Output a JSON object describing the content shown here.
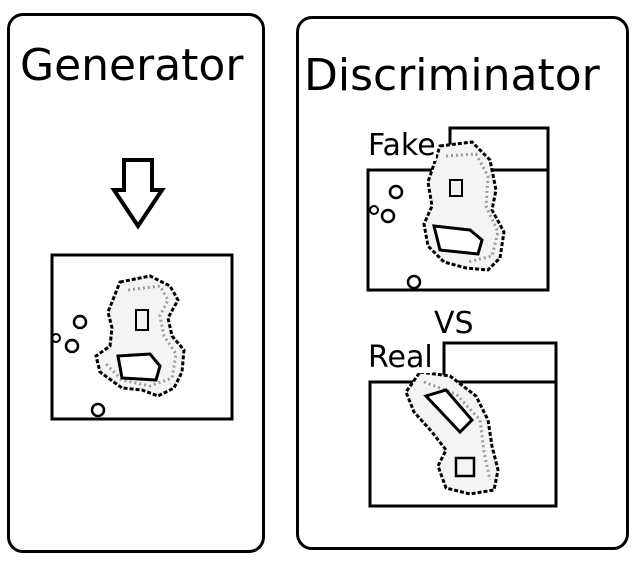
{
  "generator": {
    "title": "Generator"
  },
  "discriminator": {
    "title": "Discriminator",
    "fake_label": "Fake",
    "vs_label": "VS",
    "real_label": "Real"
  },
  "icons": {
    "down_arrow": "down-arrow-icon"
  },
  "colors": {
    "stroke": "#000000",
    "speckle": "#9a9a9a",
    "background": "#ffffff"
  }
}
